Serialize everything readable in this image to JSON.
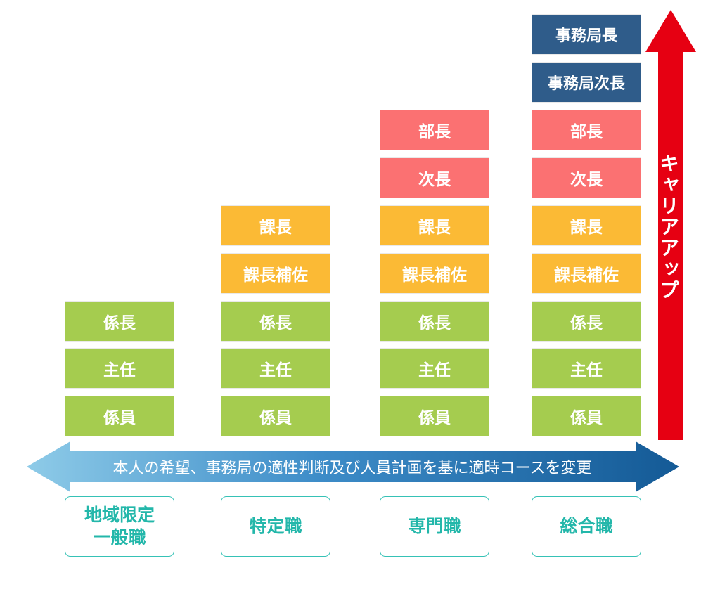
{
  "career_arrow": {
    "label": "キャリアアップ"
  },
  "banner": {
    "text": "本人の希望、事務局の適性判断及び人員計画を基に適時コースを変更"
  },
  "columns": [
    {
      "course_lines": [
        "地域限定",
        "一般職"
      ],
      "roles": [
        "係員",
        "主任",
        "係長"
      ]
    },
    {
      "course": "特定職",
      "roles": [
        "係員",
        "主任",
        "係長",
        "課長補佐",
        "課長"
      ]
    },
    {
      "course": "専門職",
      "roles": [
        "係員",
        "主任",
        "係長",
        "課長補佐",
        "課長",
        "次長",
        "部長"
      ]
    },
    {
      "course": "総合職",
      "roles": [
        "係員",
        "主任",
        "係長",
        "課長補佐",
        "課長",
        "次長",
        "部長",
        "事務局次長",
        "事務局長"
      ]
    }
  ],
  "colors": {
    "green": "#a5cc4f",
    "orange": "#fbba35",
    "pink": "#fb7172",
    "navy": "#2f5c8a",
    "arrow_red": "#e60012",
    "banner_light": "#8ecbe8",
    "banner_dark": "#145a96",
    "course_teal": "#36c2b6"
  }
}
